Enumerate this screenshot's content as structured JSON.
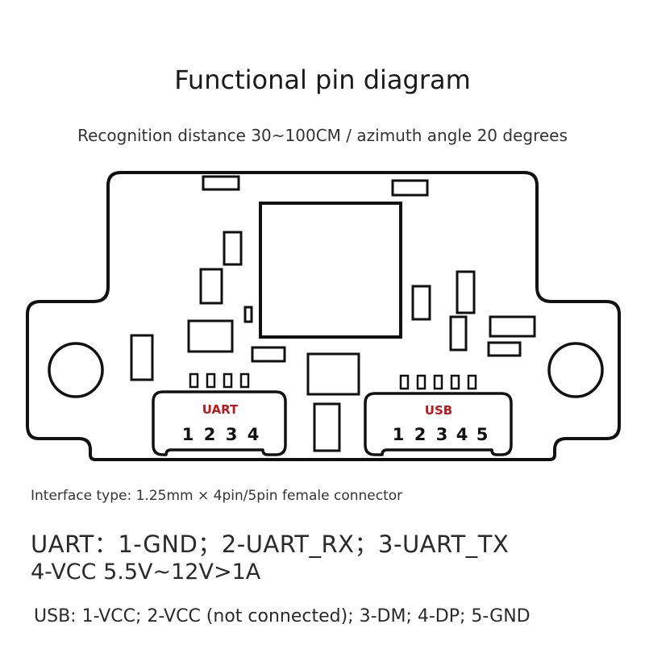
{
  "title": "Functional pin diagram",
  "subtitle": "Recognition distance 30~100CM / azimuth angle 20 degrees",
  "board": {
    "uart_connector": {
      "label": "UART",
      "pins": [
        "1",
        "2",
        "3",
        "4"
      ]
    },
    "usb_connector": {
      "label": "USB",
      "pins": [
        "1",
        "2",
        "3",
        "4",
        "5"
      ]
    },
    "label_color": "#c0161c"
  },
  "specs": {
    "interface": "Interface type: 1.25mm × 4pin/5pin female connector",
    "uart_line1": "UART：1-GND；2-UART_RX；3-UART_TX",
    "uart_line2": "4-VCC 5.5V~12V>1A",
    "usb_line": "USB: 1-VCC; 2-VCC (not connected); 3-DM; 4-DP; 5-GND"
  }
}
